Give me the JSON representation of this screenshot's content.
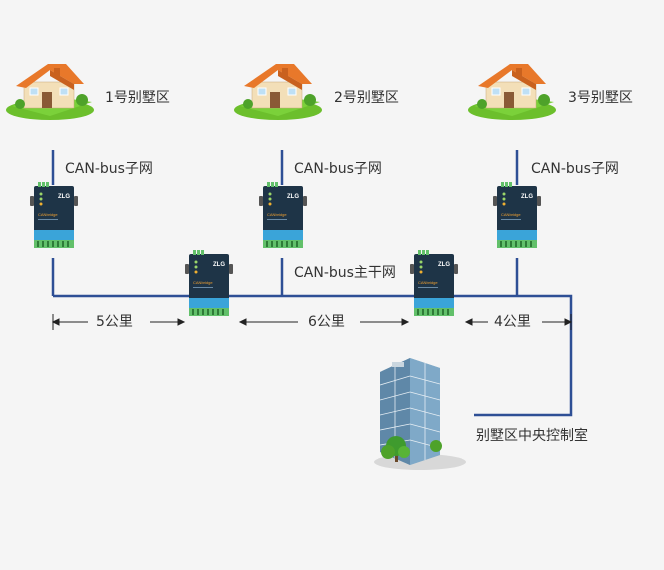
{
  "villas": [
    {
      "label": "1号别墅区"
    },
    {
      "label": "2号别墅区"
    },
    {
      "label": "3号别墅区"
    }
  ],
  "subnet_label": "CAN-bus子网",
  "trunk_label": "CAN-bus主干网",
  "distances": [
    "5公里",
    "6公里",
    "4公里"
  ],
  "control_room": "别墅区中央控制室",
  "device_brand": "ZLG",
  "device_model": "CANbridge",
  "colors": {
    "bus_line": "#2e4f95",
    "device_body": "#1e3447",
    "device_bottom": "#3aa4d9",
    "terminal": "#62c06a",
    "roof": "#e8782a",
    "wall": "#f3dfb8",
    "grass": "#6cbf2c",
    "building_glass": "#7fa9c8",
    "tree": "#3f9b2e"
  }
}
